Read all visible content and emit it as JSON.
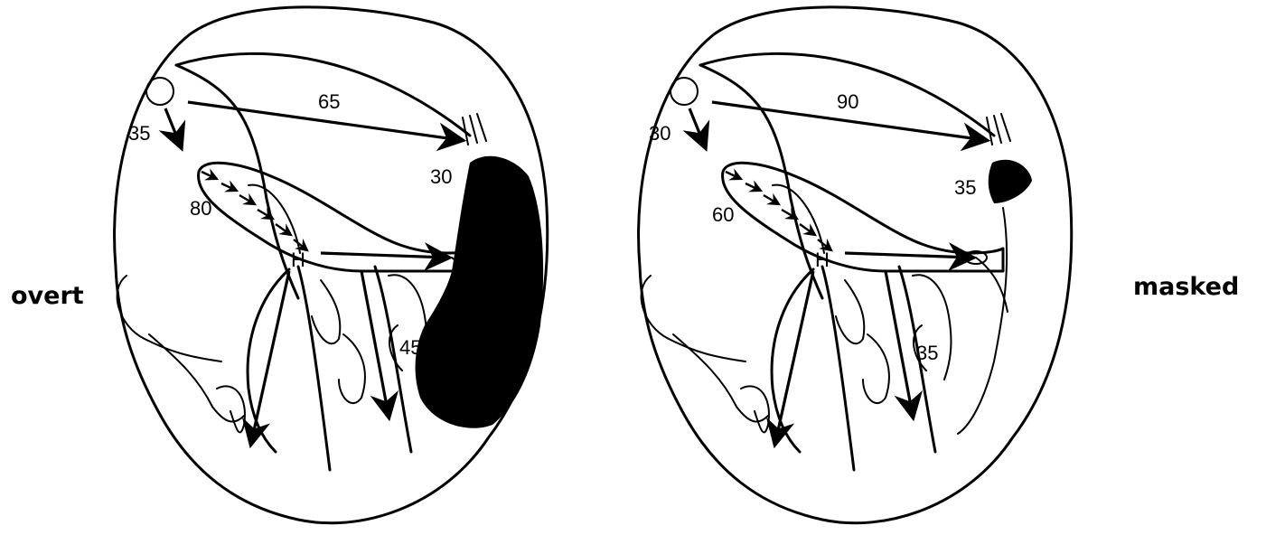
{
  "labels": {
    "left": "overt",
    "right": "masked"
  },
  "diagrams": [
    {
      "id": "overt",
      "sa_to_av": "35",
      "sa_to_accessory": "65",
      "av_delay": "80",
      "his_label": "H",
      "accessory_conduction": "30",
      "ventricular": "45",
      "preexcitation_extent": "large"
    },
    {
      "id": "masked",
      "sa_to_av": "30",
      "sa_to_accessory": "90",
      "av_delay": "60",
      "his_label": "H",
      "accessory_conduction": "35",
      "ventricular": "35",
      "preexcitation_extent": "small"
    }
  ],
  "colors": {
    "line": "#000000",
    "background": "#ffffff",
    "preexcited_region": "#000000"
  }
}
